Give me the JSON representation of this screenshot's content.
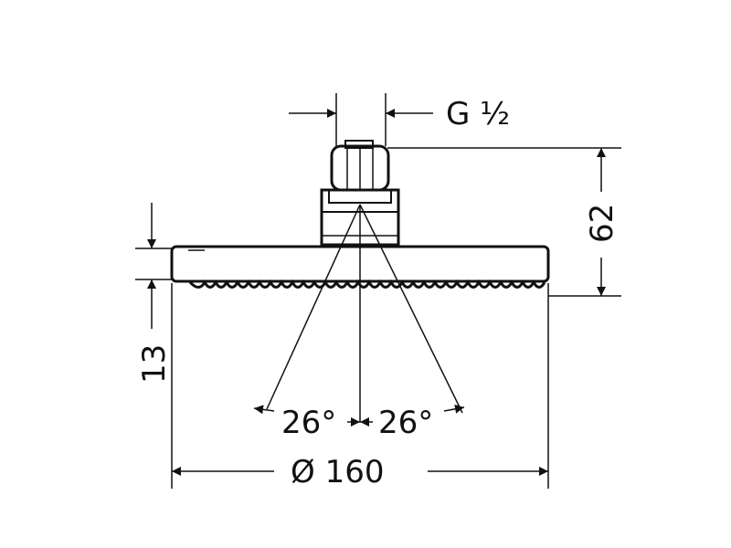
{
  "drawing": {
    "thread_label": "G  ½",
    "height_label": "62",
    "thickness_label": "13",
    "diameter_label": "Ø  160",
    "angle_left_label": "26°",
    "angle_right_label": "26°"
  },
  "colors": {
    "line": "#111111",
    "background": "#ffffff"
  }
}
